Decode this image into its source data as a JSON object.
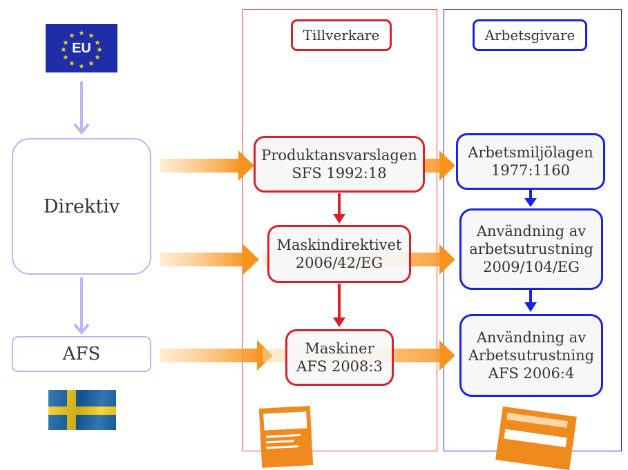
{
  "flags": {
    "eu_text": "EU"
  },
  "left": {
    "direktiv": "Direktiv",
    "afs": "AFS"
  },
  "columns": {
    "tillverkare": {
      "header": "Tillverkare",
      "boxes": [
        {
          "line1": "Produktansvarslagen",
          "line2": "SFS 1992:18"
        },
        {
          "line1": "Maskindirektivet",
          "line2": "2006/42/EG"
        },
        {
          "line1": "Maskiner",
          "line2": "AFS 2008:3"
        }
      ]
    },
    "arbetsgivare": {
      "header": "Arbetsgivare",
      "boxes": [
        {
          "line1": "Arbetsmiljölagen",
          "line2": "1977:1160"
        },
        {
          "line1": "Användning av",
          "line2": "arbetsutrustning",
          "line3": "2009/104/EG"
        },
        {
          "line1": "Användning av",
          "line2": "Arbetsutrustning",
          "line3": "AFS 2006:4"
        }
      ]
    }
  },
  "colors": {
    "red": "#d81f2a",
    "blue": "#1b22e0",
    "lavender": "#b7b8f4",
    "orange_arrow": "#f7931e"
  }
}
